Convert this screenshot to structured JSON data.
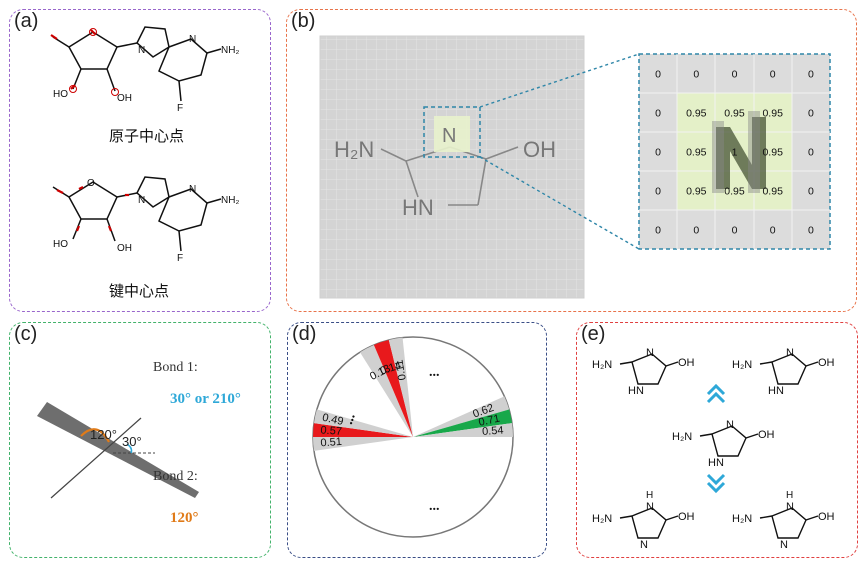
{
  "panels": {
    "a": {
      "label": "(a)",
      "caption_top": "原子中心点",
      "caption_bottom": "键中心点",
      "atoms": {
        "nh2": "NH₂",
        "n": "N",
        "f": "F",
        "o": "O",
        "ho": "HO",
        "oh": "OH"
      }
    },
    "b": {
      "label": "(b)",
      "mol": {
        "h2n": "H₂N",
        "oh": "OH",
        "hn": "HN",
        "n": "N"
      },
      "grid": [
        [
          "0",
          "0",
          "0",
          "0",
          "0"
        ],
        [
          "0",
          "0.95",
          "0.95",
          "0.95",
          "0"
        ],
        [
          "0",
          "0.95",
          "1",
          "0.95",
          "0"
        ],
        [
          "0",
          "0.95",
          "0.95",
          "0.95",
          "0"
        ],
        [
          "0",
          "0",
          "0",
          "0",
          "0"
        ]
      ]
    },
    "c": {
      "label": "(c)",
      "bond1_label": "Bond 1:",
      "bond1_value": "30° or 210°",
      "bond2_label": "Bond 2:",
      "bond2_value": "120°",
      "angle_120": "120°",
      "angle_30": "30°"
    },
    "d": {
      "label": "(d)",
      "upper_values": [
        "0.11",
        "0.14",
        "0.13"
      ],
      "right_values": [
        "0.62",
        "0.71",
        "0.54"
      ],
      "left_values": [
        "0.51",
        "0.57",
        "0.49"
      ],
      "ellipsis": "..."
    },
    "e": {
      "label": "(e)",
      "atoms": {
        "h2n": "H₂N",
        "oh": "OH",
        "n": "N",
        "hn": "HN",
        "h": "H"
      }
    }
  },
  "colors": {
    "a_border": "#9966cc",
    "b_border": "#e8734a",
    "c_border": "#43b36b",
    "d_border": "#3a4e86",
    "e_border": "#e04040",
    "red": "#e8191c",
    "green": "#18a84a",
    "cyan": "#2ea8d8",
    "orange": "#e07b19"
  }
}
